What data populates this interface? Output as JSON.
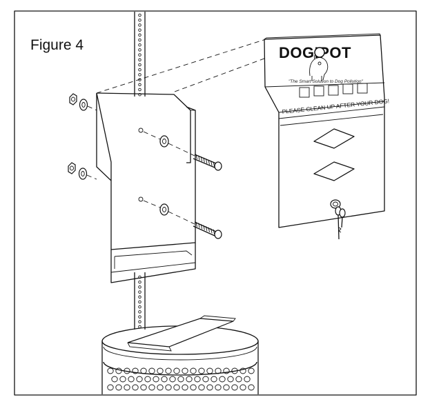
{
  "figure": {
    "label": "Figure 4"
  },
  "dispenser": {
    "brand": "DOGIPOT",
    "tagline": "\"The Smart Solution to Dog Pollution\"",
    "instruction": "PLEASE CLEAN UP AFTER YOUR DOG!"
  },
  "colors": {
    "line": "#111111",
    "background": "#ffffff"
  }
}
